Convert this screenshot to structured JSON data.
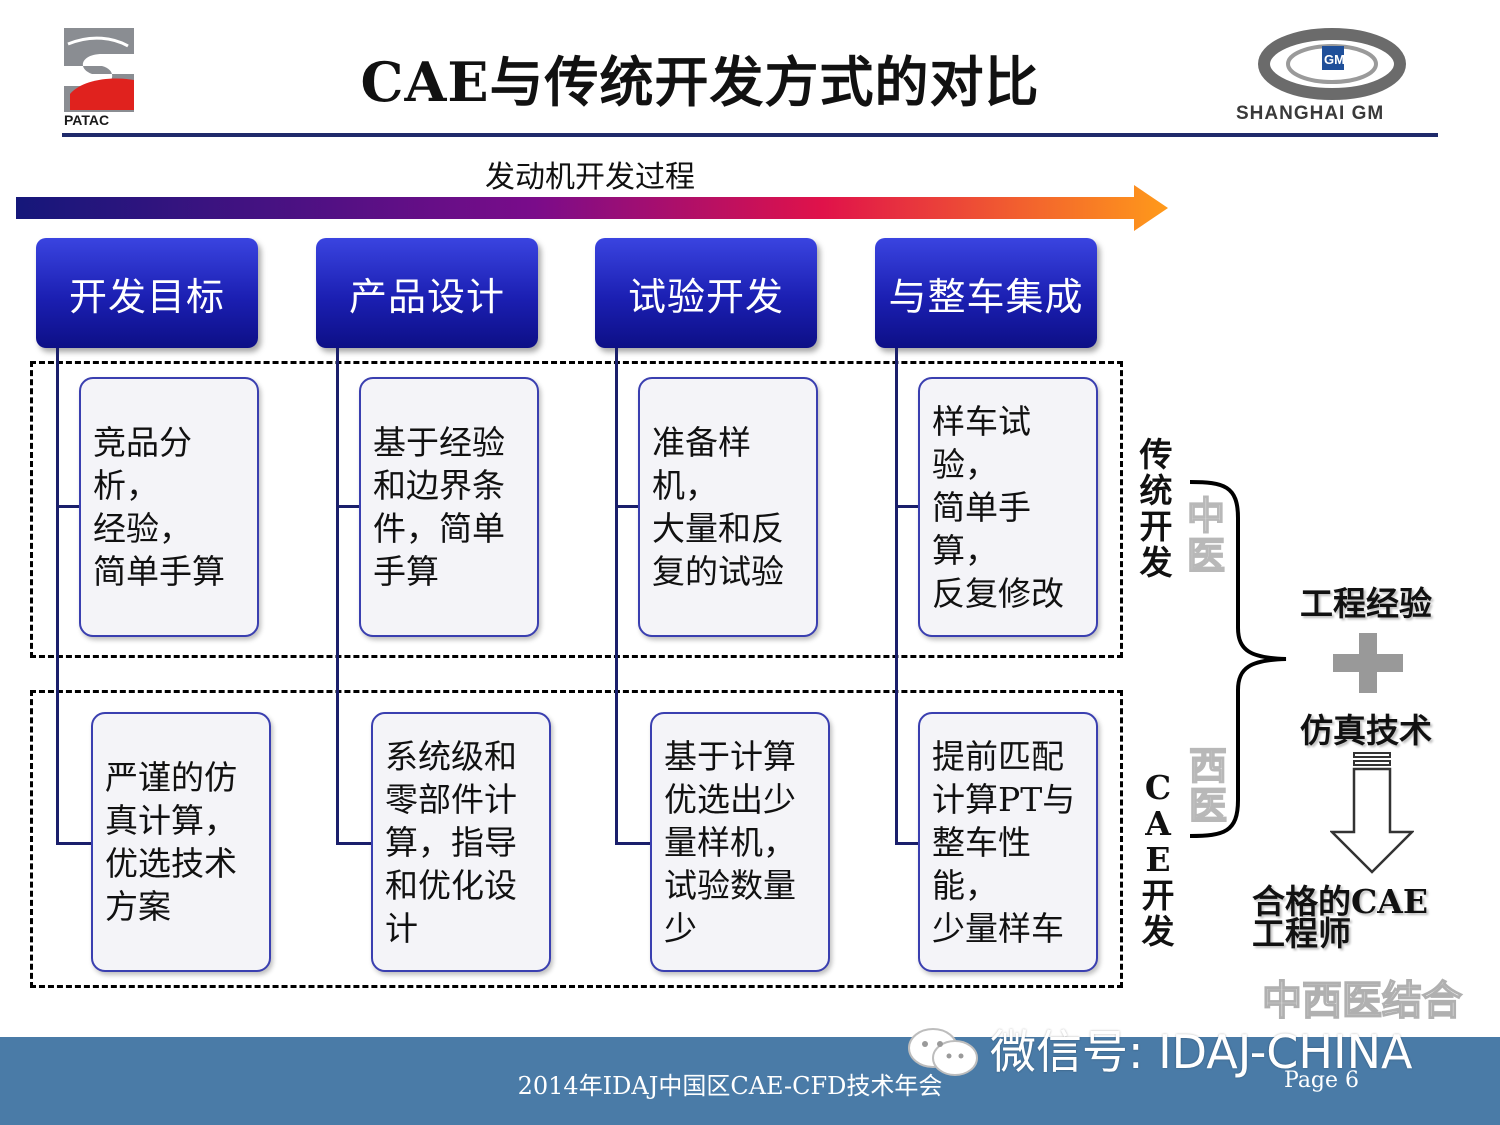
{
  "header": {
    "title": "CAE与传统开发方式的对比",
    "left_logo_text": "PATAC",
    "right_logo_badge": "GM",
    "right_logo_text": "SHANGHAI GM"
  },
  "process_label": "发动机开发过程",
  "stages": [
    "开发目标",
    "产品设计",
    "试验开发",
    "与整车集成"
  ],
  "traditional_cards": [
    "竞品分析，\n经验，\n简单手算",
    "基于经验\n和边界条\n件，简单\n手算",
    "准备样机，\n大量和反\n复的试验",
    "样车试验，\n简单手算，\n反复修改"
  ],
  "cae_cards": [
    "严谨的仿\n真计算，\n优选技术\n方案",
    "系统级和\n零部件计\n算，指导\n和优化设\n计",
    "基于计算\n优选出少\n量样机，\n试验数量\n少",
    "提前匹配\n计算PT与\n整车性能，\n少量样车"
  ],
  "side": {
    "traditional_label": "传统开发",
    "traditional_ghost": "中医",
    "cae_label": "CAE开发",
    "cae_ghost": "西医",
    "experience": "工程经验",
    "simulation": "仿真技术",
    "result": "合格的CAE\n工程师",
    "combined_ghost": "中西医结合"
  },
  "footer": {
    "conference": "2014年IDAJ中国区CAE-CFD技术年会",
    "page": "Page 6",
    "wechat": "微信号: IDAJ-CHINA"
  },
  "colors": {
    "stage_blue": "#1b1fb2",
    "header_rule": "#1f2a6b",
    "footer_bg": "#4a7ba7",
    "arrow_start": "#15177a",
    "arrow_mid": "#c0007a",
    "arrow_end": "#ff9a1a",
    "logo_red": "#e0221e"
  }
}
